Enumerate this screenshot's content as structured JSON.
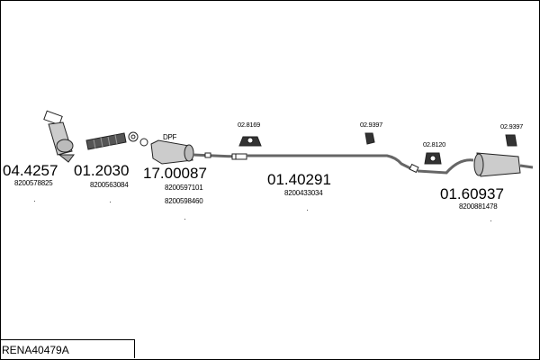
{
  "parts": [
    {
      "code": "04.4257",
      "oem": [
        "8200578825"
      ]
    },
    {
      "code": "01.2030",
      "oem": [
        "8200563084"
      ]
    },
    {
      "code": "17.00087",
      "oem": [
        "8200597101",
        "8200598460"
      ],
      "label": "DPF"
    },
    {
      "code": "01.40291",
      "oem": [
        "8200433034"
      ]
    },
    {
      "code": "01.60937",
      "oem": [
        "8200881478"
      ]
    }
  ],
  "small_parts": [
    "02.8169",
    "02.9397",
    "02.8120",
    "02.9397"
  ],
  "reference": "RENA40479A"
}
